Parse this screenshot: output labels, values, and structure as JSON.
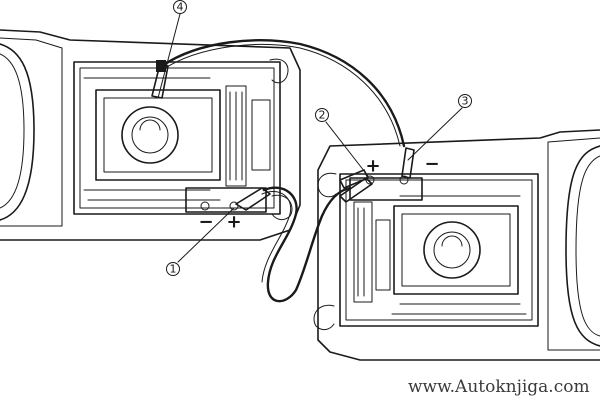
{
  "callouts": [
    {
      "id": "1",
      "label": "1"
    },
    {
      "id": "2",
      "label": "2"
    },
    {
      "id": "3",
      "label": "3"
    },
    {
      "id": "4",
      "label": "4"
    }
  ],
  "polarity": {
    "plus": "+",
    "minus": "−"
  },
  "watermark": "www.Autoknjiga.com",
  "colors": {
    "ink": "#1a1a1a",
    "paper": "#ffffff"
  }
}
